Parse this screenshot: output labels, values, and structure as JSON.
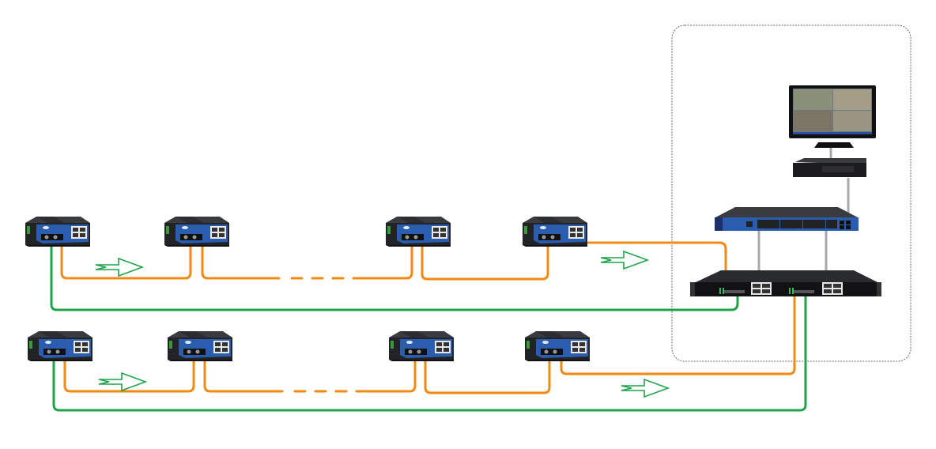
{
  "diagram": {
    "type": "network-topology",
    "title": "",
    "colors": {
      "fiber_tx": "#f08a12",
      "fiber_rx": "#1fa34a",
      "copper": "#a8a8a8",
      "direction_arrow": "#1fa34a",
      "control_room_border": "#666666",
      "device_body": "#222326",
      "device_top": "#3a3b3f",
      "device_panel": "#2a5db0"
    },
    "control_room": {
      "label": "",
      "devices": [
        {
          "id": "monitor",
          "kind": "monitor-icon",
          "label": ""
        },
        {
          "id": "nvr",
          "kind": "nvr-icon",
          "label": ""
        },
        {
          "id": "core-switch",
          "kind": "rack-switch-icon",
          "label": "",
          "ports": 28
        },
        {
          "id": "fiber-chassis",
          "kind": "rack-chassis-icon",
          "label": ""
        }
      ]
    },
    "rings": [
      {
        "id": "ring-1",
        "switches": [
          "r1-s1",
          "r1-s2",
          "r1-s3",
          "r1-s4"
        ],
        "elided_between": [
          "r1-s2",
          "r1-s3"
        ],
        "uplink": "fiber-chassis",
        "flow_arrows": 2
      },
      {
        "id": "ring-2",
        "switches": [
          "r2-s1",
          "r2-s2",
          "r2-s3",
          "r2-s4"
        ],
        "elided_between": [
          "r2-s2",
          "r2-s3"
        ],
        "uplink": "fiber-chassis",
        "flow_arrows": 2
      }
    ],
    "links": [
      {
        "from": "monitor",
        "to": "nvr",
        "medium": "copper"
      },
      {
        "from": "nvr",
        "to": "core-switch",
        "medium": "copper"
      },
      {
        "from": "core-switch",
        "to": "fiber-chassis",
        "medium": "copper",
        "count": 2
      }
    ]
  }
}
